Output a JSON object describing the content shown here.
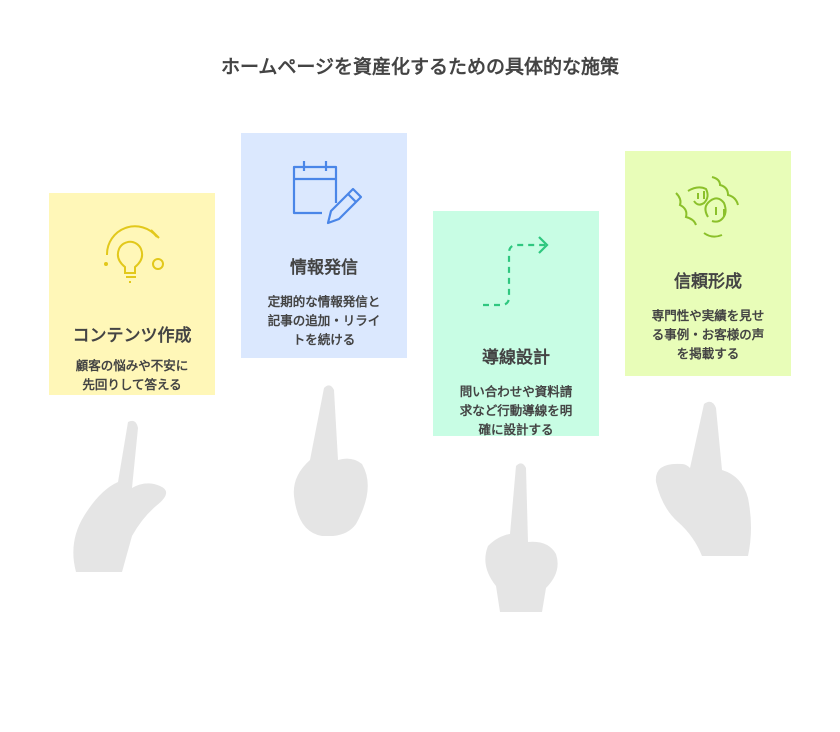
{
  "title": "ホームページを資産化するための具体的な施策",
  "cards": [
    {
      "heading": "コンテンツ作成",
      "lines": [
        "顧客の悩みや不安に",
        "先回りして答える"
      ],
      "icon": "lightbulb-icon",
      "color": "#fff7b8",
      "accent": "#e2c81b"
    },
    {
      "heading": "情報発信",
      "lines": [
        "定期的な情報発信と",
        "記事の追加・リライ",
        "トを続ける"
      ],
      "icon": "calendar-pencil-icon",
      "color": "#dbe8fe",
      "accent": "#4a86e8"
    },
    {
      "heading": "導線設計",
      "lines": [
        "問い合わせや資料請",
        "求など行動導線を明",
        "確に設計する"
      ],
      "icon": "dashed-arrow-icon",
      "color": "#c8fde4",
      "accent": "#2fc77f"
    },
    {
      "heading": "信頼形成",
      "lines": [
        "専門性や実績を見せ",
        "る事例・お客様の声",
        "を掲載する"
      ],
      "icon": "handshake-icon",
      "color": "#e8fdb8",
      "accent": "#8bc02a"
    }
  ]
}
